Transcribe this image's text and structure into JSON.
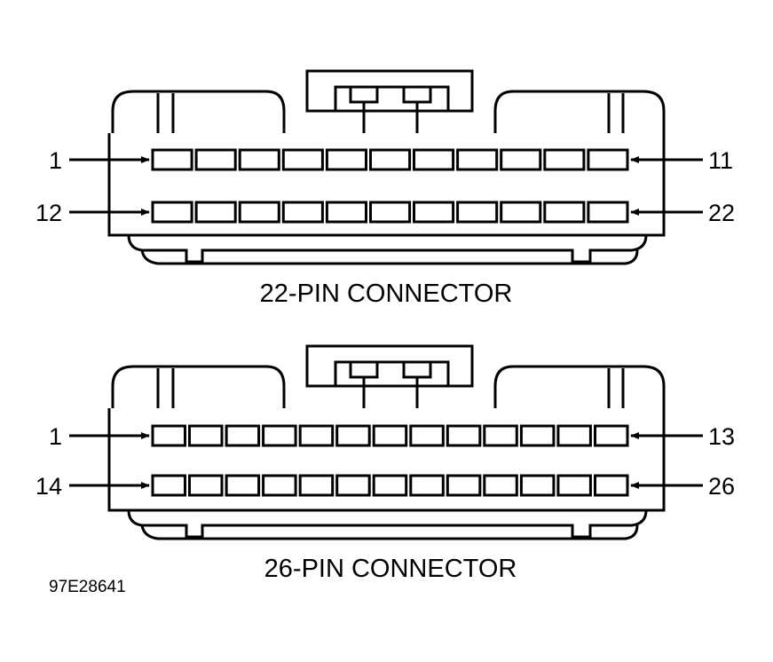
{
  "connectors": [
    {
      "caption": "22-PIN CONNECTOR",
      "pins_per_row": 11,
      "rows": [
        {
          "left_label": "1",
          "right_label": "11"
        },
        {
          "left_label": "12",
          "right_label": "22"
        }
      ]
    },
    {
      "caption": "26-PIN CONNECTOR",
      "pins_per_row": 13,
      "rows": [
        {
          "left_label": "1",
          "right_label": "13"
        },
        {
          "left_label": "14",
          "right_label": "26"
        }
      ]
    }
  ],
  "figure_id": "97E28641"
}
